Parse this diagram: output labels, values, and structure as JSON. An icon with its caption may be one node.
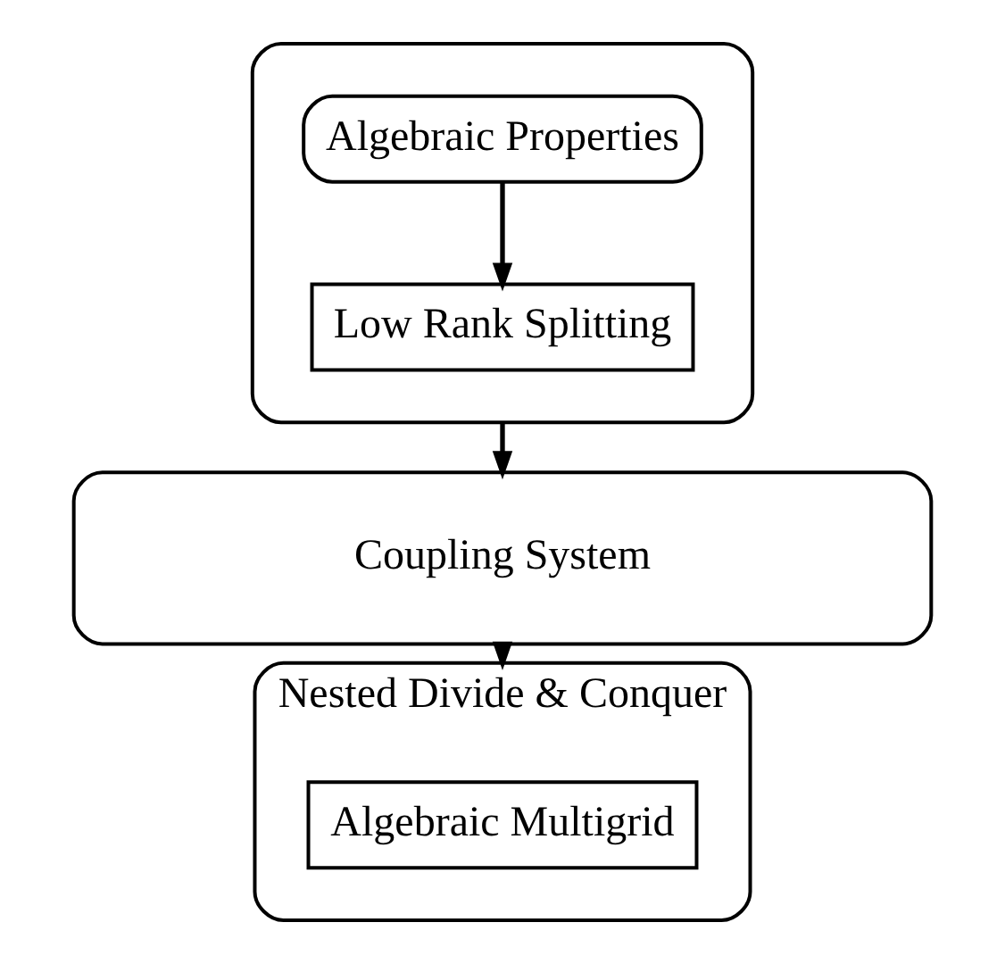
{
  "diagram": {
    "nodes": [
      {
        "text": [],
        "shape": "box"
      },
      {
        "text": [
          "Algebraic Properties"
        ],
        "in": 0
      },
      {
        "text": [
          "Low Rank Splitting"
        ],
        "in": 0
      },
      {
        "text": [
          "Coupling System"
        ]
      },
      {
        "text": [
          "Nested Divide & Conquer"
        ]
      },
      {
        "text": [
          "Algebraic Multigrid"
        ],
        "in": 4
      }
    ],
    "edges": [
      {
        "from": 1,
        "to": 2,
        "arrow": "to"
      },
      {
        "from": 0,
        "to": 3,
        "arrow": "to"
      },
      {
        "from": 3,
        "to": 4,
        "arrow": "to"
      }
    ]
  }
}
